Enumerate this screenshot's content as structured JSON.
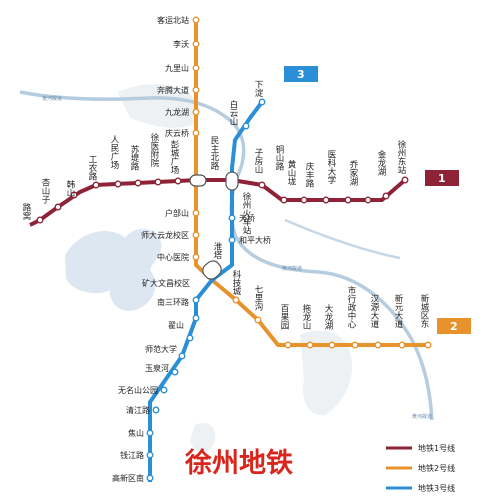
{
  "title": "徐州地铁",
  "lines": [
    {
      "id": "1",
      "number": "1",
      "color": "#8e2337",
      "legend": "地铁1号线"
    },
    {
      "id": "2",
      "number": "2",
      "color": "#e8922c",
      "legend": "地铁2号线"
    },
    {
      "id": "3",
      "number": "3",
      "color": "#2a8fd6",
      "legend": "地铁3号线"
    }
  ],
  "road_labels": [
    "黄河故道",
    "黄河故道",
    "黄河故道"
  ],
  "stations": {
    "line2_north": [
      "客运北站",
      "李沃",
      "九里山",
      "奔腾大道",
      "九龙湖",
      "庆云桥"
    ],
    "line2_center": [
      "户部山",
      "师大云龙校区",
      "中心医院"
    ],
    "line3_south": [
      "矿大文昌校区",
      "南三环路",
      "翟山",
      "师范大学",
      "玉泉河",
      "无名山公园",
      "清江路",
      "焦山",
      "钱江路",
      "高新区南"
    ],
    "line3_north": [
      "下淀",
      "白云山"
    ],
    "line3_center": [
      "天桥",
      "和平大桥"
    ],
    "line1_west": [
      "路窝",
      "杏山子",
      "韩山",
      "工农路",
      "人民广场",
      "苏堤路",
      "徐医附院",
      "彭城广场"
    ],
    "line1_interchange": [
      "民主北路",
      "徐州火车站",
      "淮塔"
    ],
    "line1_east": [
      "子房山",
      "铜山路",
      "黄山垅",
      "庆丰路",
      "医科大学",
      "乔家湖",
      "金龙湖",
      "徐州东站"
    ],
    "line2_east": [
      "科技城",
      "七里沟",
      "百果园",
      "拖龙山",
      "大龙湖",
      "市行政中心",
      "汉源大道",
      "新元大道",
      "新城区东"
    ]
  }
}
